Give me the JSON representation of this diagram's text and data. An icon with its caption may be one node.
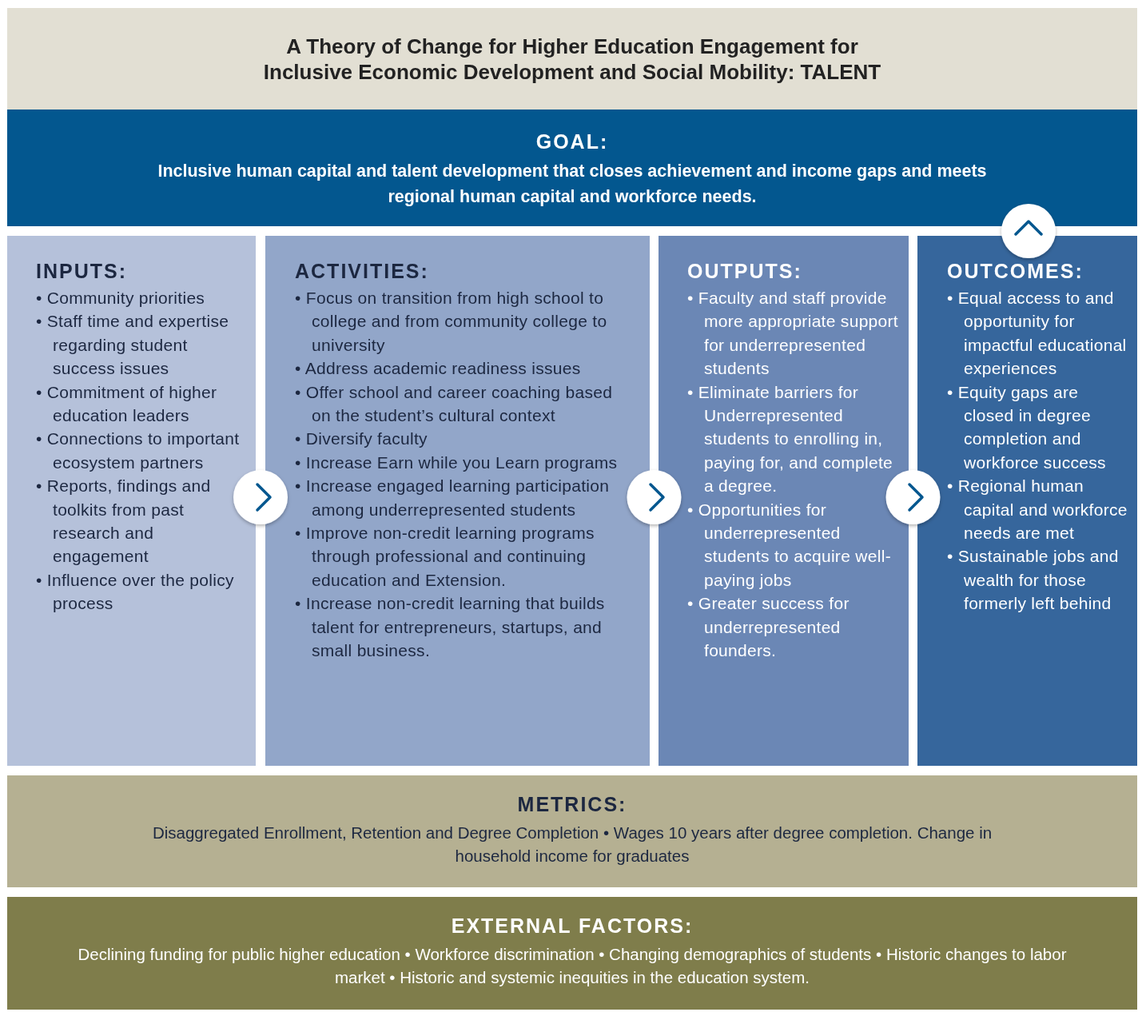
{
  "diagram": {
    "title": "A Theory of Change for Higher Education Engagement for Inclusive Economic Development and Social Mobility: TALENT",
    "nodes": [
      {
        "text": [
          "GOAL:",
          "Inclusive human capital and talent development that closes achievement and income gaps and meets regional human capital and workforce needs."
        ]
      },
      {
        "text": [
          "INPUTS:",
          "• Community priorities",
          "• Staff time and expertise regarding student success issues",
          "• Commitment of higher education leaders",
          "• Connections to important ecosystem partners",
          "• Reports, findings and toolkits from past research and engagement",
          "• Influence over the policy process"
        ]
      },
      {
        "text": [
          "ACTIVITIES:",
          "• Focus on transition from high school to college and from community college to university",
          "• Address academic readiness issues",
          "• Offer school and career coaching based on the student’s cultural context",
          "• Diversify faculty",
          "• Increase Earn while you Learn programs",
          "• Increase engaged learning participation among underrepresented students",
          "• Improve non-credit learning programs through professional and continuing education and Extension.",
          "• Increase non-credit learning that builds talent for entrepreneurs, startups, and small business."
        ]
      },
      {
        "text": [
          "OUTPUTS:",
          "• Faculty and staff provide more appropriate support for underrepresented students",
          "• Eliminate barriers for Underrepresented students to enrolling in, paying for, and complete a degree.",
          "• Opportunities for underrepresented students to acquire well-paying jobs",
          "• Greater success for underrepresented founders."
        ]
      },
      {
        "text": [
          "OUTCOMES:",
          "• Equal access to and opportunity for impactful educational experiences",
          "• Equity gaps are closed in degree completion and workforce success",
          "• Regional human capital and workforce needs are met",
          "• Sustainable jobs and wealth for those formerly left behind"
        ]
      },
      {
        "text": [
          "METRICS:",
          "Disaggregated Enrollment, Retention and Degree Completion • Wages 10 years after degree completion. Change in household income for graduates"
        ]
      },
      {
        "text": [
          "EXTERNAL FACTORS:",
          "Declining funding for public higher education • Workforce discrimination • Changing demographics of students • Historic changes to labor market • Historic and systemic inequities in the education system."
        ]
      }
    ],
    "edges": [
      {
        "from": 1,
        "to": 2,
        "arrow": "to"
      },
      {
        "from": 2,
        "to": 3,
        "arrow": "to"
      },
      {
        "from": 3,
        "to": 4,
        "arrow": "to"
      },
      {
        "from": 4,
        "to": 0,
        "arrow": "to"
      }
    ]
  }
}
